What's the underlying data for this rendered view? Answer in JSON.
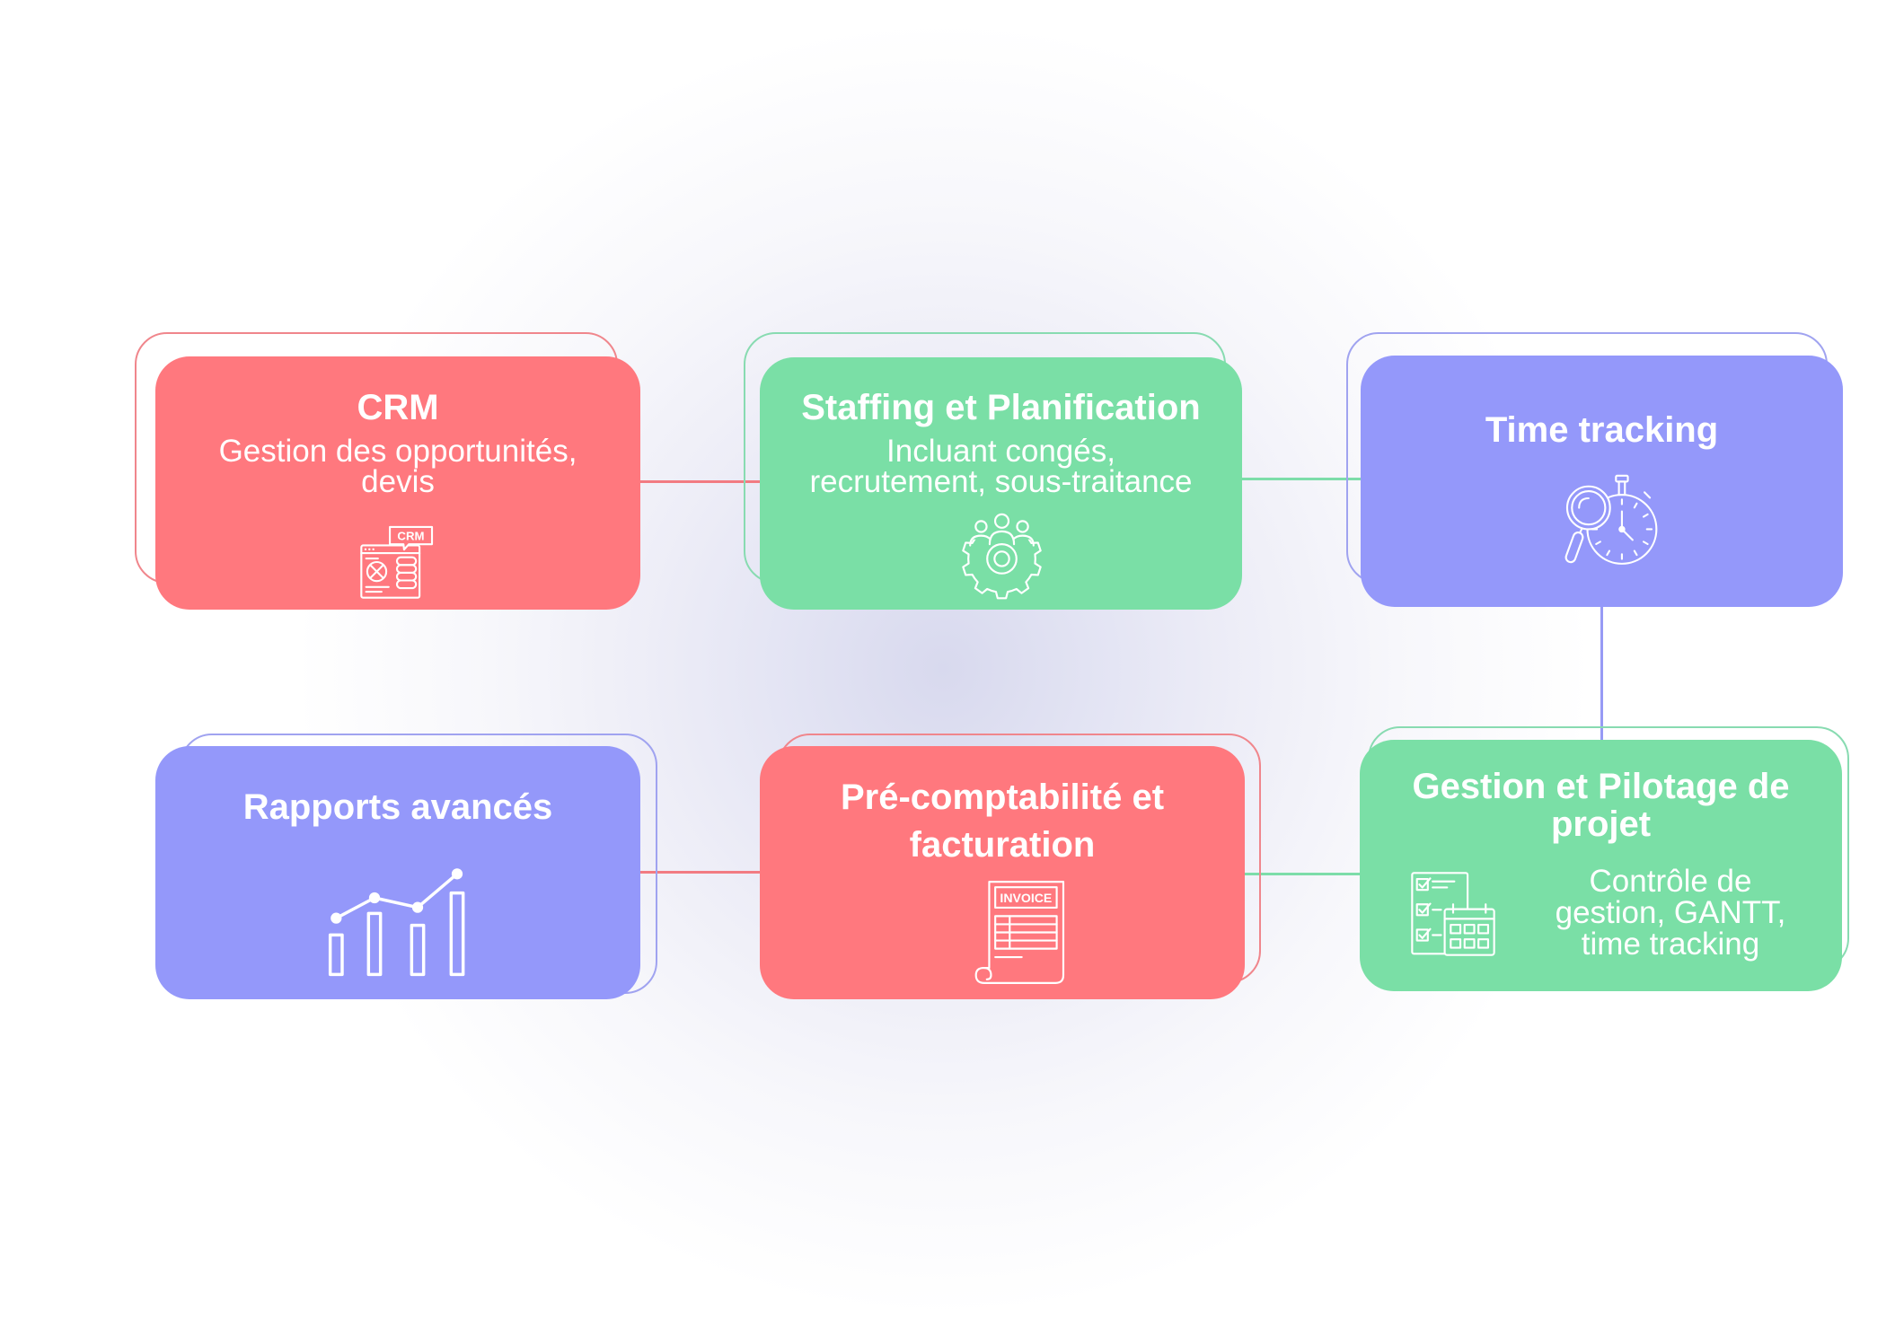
{
  "diagram": {
    "modules": [
      {
        "title": "CRM",
        "subtitle": "Gestion des opportunités,\ndevis",
        "icon": "crm-icon",
        "icon_text": "CRM",
        "color": "#FF787E",
        "outline_color": "#F0868C"
      },
      {
        "title": "Staffing et Planification",
        "subtitle": "Incluant congés,\nrecrutement, sous-traitance",
        "icon": "team-gear-icon",
        "color": "#7ADFA6",
        "outline_color": "#88DBB1"
      },
      {
        "title": "Time tracking",
        "icon": "stopwatch-magnifier-icon",
        "color": "#9498FA",
        "outline_color": "#A0A3F0"
      },
      {
        "title": "Gestion et Pilotage de\nprojet",
        "subtitle": "Contrôle de\ngestion, GANTT,\ntime tracking",
        "icon": "checklist-calendar-icon",
        "color": "#7ADFA6",
        "outline_color": "#88DBB1"
      },
      {
        "title": "Pré-comptabilité et\nfacturation",
        "icon": "invoice-icon",
        "icon_text": "INVOICE",
        "color": "#FF787E",
        "outline_color": "#F0868C"
      },
      {
        "title": "Rapports avancés",
        "icon": "bar-chart-icon",
        "color": "#9498FA",
        "outline_color": "#A0A3F0"
      }
    ],
    "connections": [
      {
        "from": 0,
        "to": 1,
        "color": "#F27B82"
      },
      {
        "from": 1,
        "to": 2,
        "color": "#7DDDA9"
      },
      {
        "from": 2,
        "to": 3,
        "color": "#979AF5"
      },
      {
        "from": 3,
        "to": 4,
        "color": "#7DDDA9"
      },
      {
        "from": 4,
        "to": 5,
        "color": "#F27B82"
      }
    ]
  }
}
